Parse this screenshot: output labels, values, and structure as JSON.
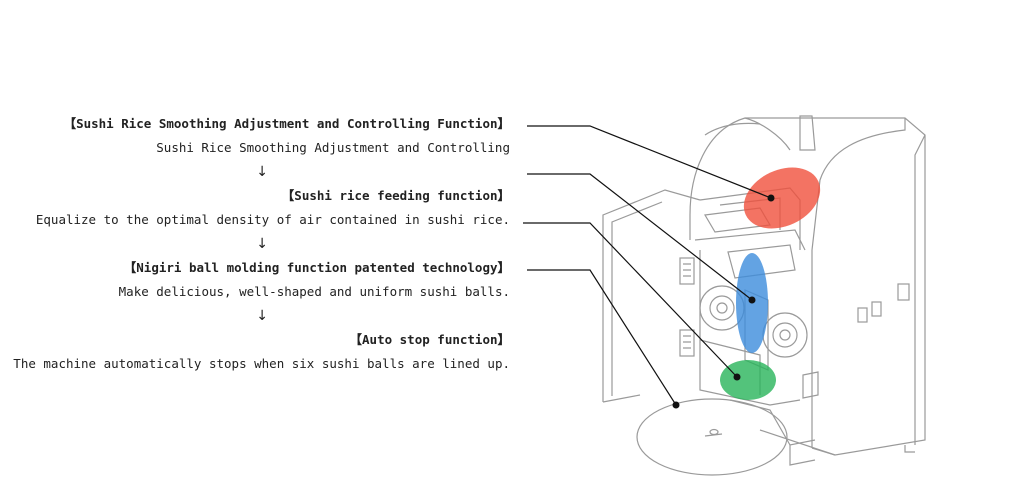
{
  "lines": [
    {
      "text": "【Sushi Rice Smoothing Adjustment and Controlling Function】",
      "kind": "heading"
    },
    {
      "text": "Sushi Rice Smoothing Adjustment and Controlling",
      "kind": "body"
    },
    {
      "text": "↓",
      "kind": "arrow"
    },
    {
      "text": "【Sushi rice feeding function】",
      "kind": "heading"
    },
    {
      "text": "Equalize to the optimal density of air contained in sushi rice.",
      "kind": "body"
    },
    {
      "text": "↓",
      "kind": "arrow"
    },
    {
      "text": "【Nigiri ball molding function  patented technology】",
      "kind": "heading"
    },
    {
      "text": "Make delicious, well-shaped and uniform sushi balls.",
      "kind": "body"
    },
    {
      "text": "↓",
      "kind": "arrow"
    },
    {
      "text": "【Auto stop function】",
      "kind": "heading"
    },
    {
      "text": "The machine automatically stops when six sushi balls are lined up.",
      "kind": "body"
    }
  ],
  "colors": {
    "smoothing_highlight": "#f0503c",
    "feeding_highlight": "#3c8cdc",
    "molding_highlight": "#28b45a",
    "outline": "#9a9a9a",
    "leader": "#111111"
  }
}
